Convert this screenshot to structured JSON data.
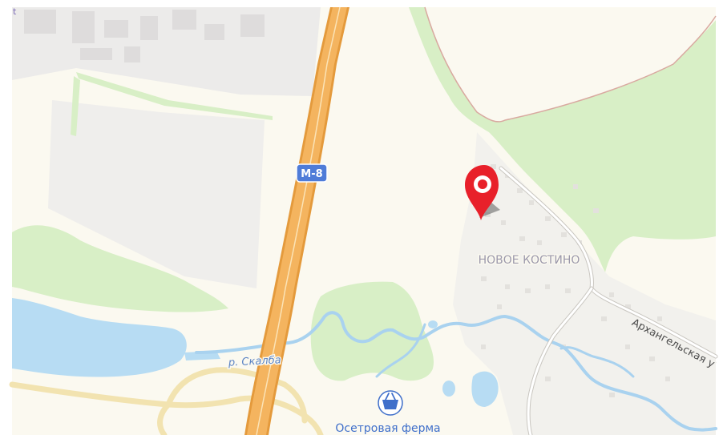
{
  "map": {
    "highway_shield": "М-8",
    "village_label": "НОВОЕ КОСТИНО",
    "river_label": "р. Скалба",
    "street_label": "Архангельская у",
    "poi_label": "Осетровая ферма",
    "corner_fragment": "t"
  },
  "icons": {
    "location_pin": "map-pin-icon",
    "poi": "shopping-basket-icon"
  },
  "colors": {
    "land": "#fbf9f0",
    "forest": "#d8efc6",
    "water": "#b7dcf3",
    "highway": "#f4b45f",
    "highway_edge": "#e49a3c",
    "pin": "#e8202a",
    "shield": "#4f7cd8",
    "label_village": "#9b98ab",
    "label_river": "#5c84c4",
    "label_poi": "#3f6fca"
  }
}
